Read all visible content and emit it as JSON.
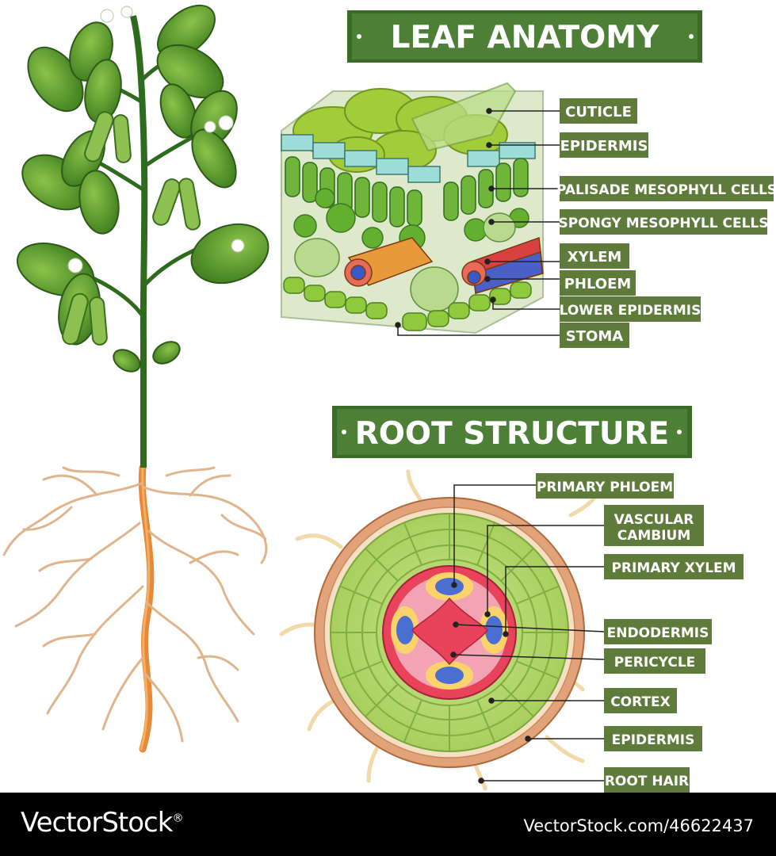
{
  "leaf": {
    "title": "LEAF ANATOMY",
    "labels": [
      "CUTICLE",
      "EPIDERMIS",
      "PALISADE MESOPHYLL CELLS",
      "SPONGY MESOPHYLL CELLS",
      "XYLEM",
      "PHLOEM",
      "LOWER EPIDERMIS",
      "STOMA"
    ]
  },
  "root": {
    "title": "ROOT STRUCTURE",
    "labels": [
      "PRIMARY PHLOEM",
      "VASCULAR",
      "CAMBIUM",
      "PRIMARY XYLEM",
      "ENDODERMIS",
      "PERICYCLE",
      "CORTEX",
      "EPIDERMIS",
      "ROOT HAIR"
    ]
  },
  "footer": {
    "brand": "VectorStock",
    "reg": "®",
    "credit": "VectorStock.com/46622437"
  },
  "colors": {
    "banner": "#4e7f37",
    "label_box": "#5f7b3c",
    "leaf_green": "#5b9f2f",
    "root_orange": "#e68a3a"
  }
}
